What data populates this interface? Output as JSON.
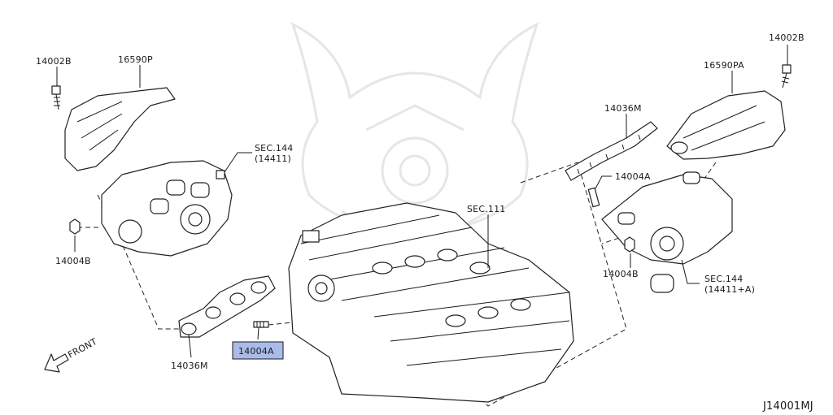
{
  "diagram_id": "J14001MJ",
  "front_label": "FRONT",
  "labels": {
    "bolt_left": "14002B",
    "heat_shield_left": "16590P",
    "sec144_left": "SEC.144",
    "sec144_left_ref": "(14411)",
    "nut_left": "14004B",
    "gasket_left": "14036M",
    "stud_left": "14004A",
    "sec111": "SEC.111",
    "gasket_right": "14036M",
    "stud_right": "14004A",
    "nut_right": "14004B",
    "sec144_right": "SEC.144",
    "sec144_right_ref": "(14411+A)",
    "bolt_right": "14002B",
    "heat_shield_right": "16590PA"
  },
  "highlight_color": "#a9bce8"
}
